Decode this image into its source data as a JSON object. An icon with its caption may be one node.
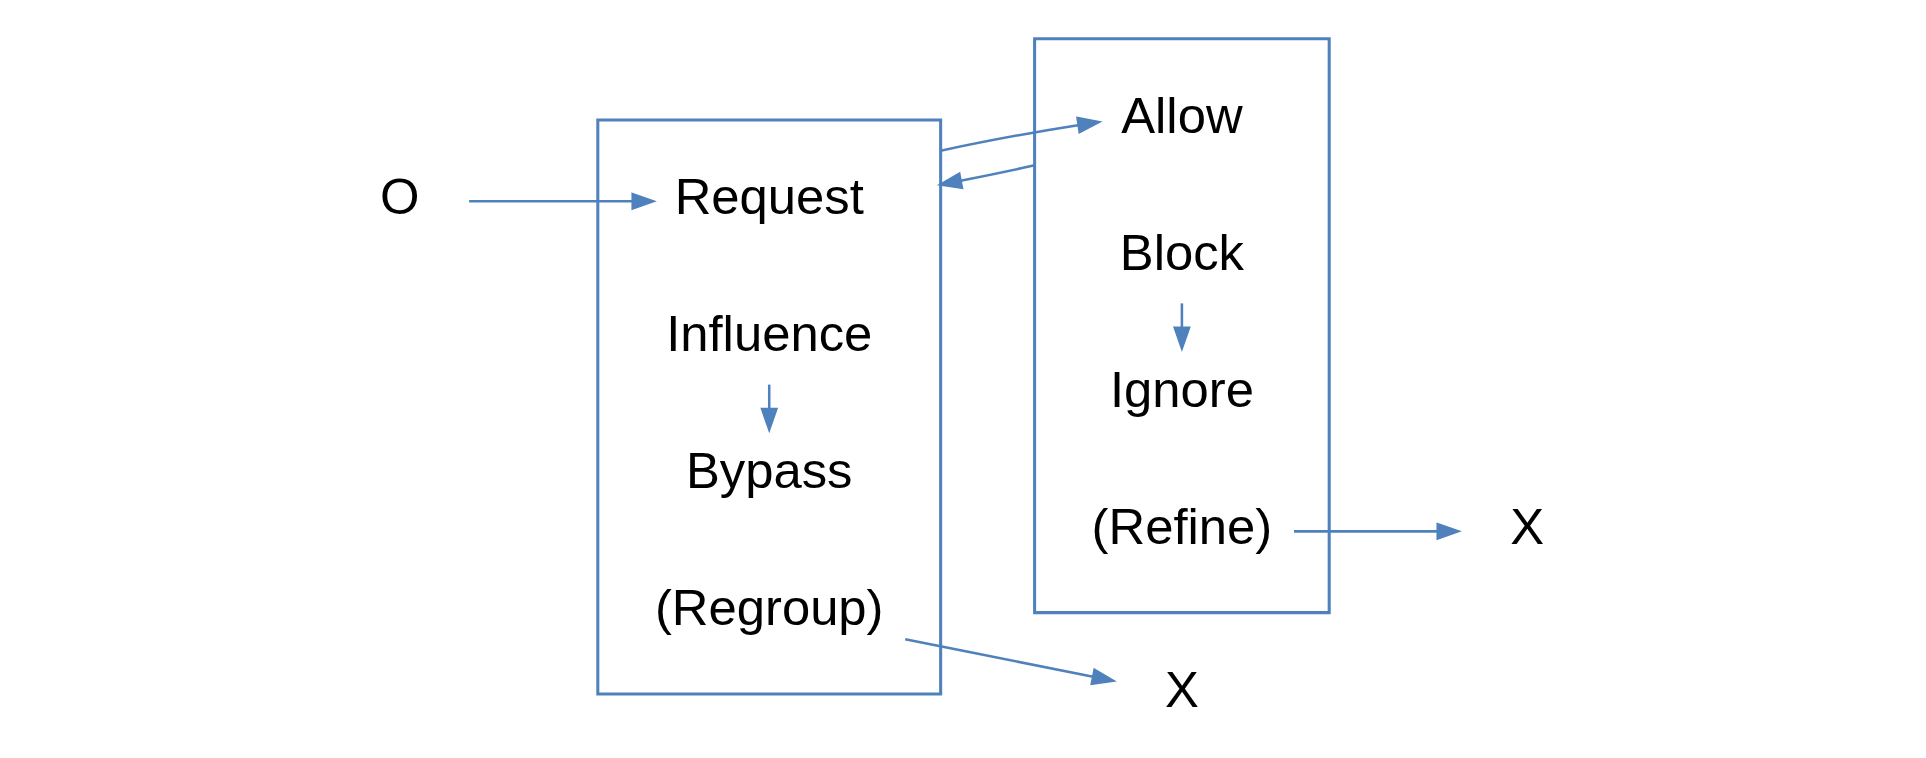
{
  "diagram": {
    "nodes": [
      {
        "text": [
          "O"
        ]
      },
      {
        "text": [],
        "shape": "box"
      },
      {
        "text": [
          "Request"
        ],
        "in": 1
      },
      {
        "text": [
          "Influence"
        ],
        "in": 1
      },
      {
        "text": [
          "Bypass"
        ],
        "in": 1
      },
      {
        "text": [
          "(Regroup)"
        ],
        "in": 1
      },
      {
        "text": [
          "X"
        ]
      },
      {
        "text": [],
        "shape": "box"
      },
      {
        "text": [
          "Allow"
        ],
        "in": 7
      },
      {
        "text": [
          "Block"
        ],
        "in": 7
      },
      {
        "text": [
          "Ignore"
        ],
        "in": 7
      },
      {
        "text": [
          "(Refine)"
        ],
        "in": 7
      },
      {
        "text": [
          "X"
        ]
      }
    ],
    "edges": [
      {
        "from": 0,
        "to": 2,
        "arrow": "to"
      },
      {
        "from": 3,
        "to": 4,
        "arrow": "to"
      },
      {
        "from": 5,
        "to": 6,
        "arrow": "to"
      },
      {
        "from": 1,
        "to": 8,
        "arrow": "to"
      },
      {
        "from": 7,
        "to": 1,
        "arrow": "to"
      },
      {
        "from": 9,
        "to": 10,
        "arrow": "to"
      },
      {
        "from": 11,
        "to": 12,
        "arrow": "to"
      }
    ]
  }
}
